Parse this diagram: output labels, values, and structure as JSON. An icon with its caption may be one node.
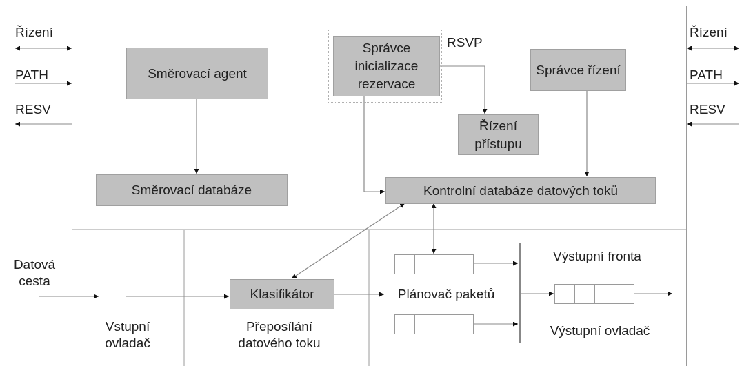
{
  "diagram": {
    "nodes": [
      {
        "text": [],
        "shape": "box"
      },
      {
        "text": [
          "RSVP"
        ],
        "in": 0
      },
      {
        "text": [
          "Směrovací agent"
        ],
        "in": 0
      },
      {
        "text": [
          "Správce inicializace rezervace"
        ],
        "in": 1
      },
      {
        "text": [
          "Správce řízení"
        ],
        "in": 0
      },
      {
        "text": [
          "Řízení přístupu"
        ],
        "in": 0
      },
      {
        "text": [
          "Směrovací databáze"
        ],
        "in": 0
      },
      {
        "text": [
          "Kontrolní databáze datových toků"
        ],
        "in": 0
      },
      {
        "text": [
          "Klasifikátor"
        ],
        "in": 0
      },
      {
        "text": [],
        "shape": "box",
        "in": 0
      },
      {
        "text": [],
        "shape": "box",
        "in": 0
      },
      {
        "text": [],
        "shape": "box",
        "in": 0
      },
      {
        "text": [],
        "shape": "bar",
        "in": 0
      },
      {
        "text": [
          "Plánovač paketů"
        ],
        "in": 0
      },
      {
        "text": [
          "Datová cesta"
        ]
      }
    ],
    "edges": [
      {
        "from": null,
        "to": 0,
        "arrow": "both",
        "label": "Řízení"
      },
      {
        "from": null,
        "to": 0,
        "arrow": "to",
        "label": "PATH"
      },
      {
        "from": 0,
        "to": null,
        "arrow": "to",
        "label": "RESV"
      },
      {
        "from": null,
        "to": 0,
        "arrow": "both",
        "label": "Řízení"
      },
      {
        "from": 0,
        "to": null,
        "arrow": "to",
        "label": "PATH"
      },
      {
        "from": null,
        "to": 0,
        "arrow": "to",
        "label": "RESV"
      },
      {
        "from": 2,
        "to": 6,
        "arrow": "to"
      },
      {
        "from": 3,
        "to": 5,
        "arrow": "to"
      },
      {
        "from": 3,
        "to": 7,
        "arrow": "to"
      },
      {
        "from": 4,
        "to": 7,
        "arrow": "to"
      },
      {
        "from": 8,
        "to": 7,
        "arrow": "both"
      },
      {
        "from": 7,
        "to": 9,
        "arrow": "both"
      },
      {
        "from": 14,
        "to": null,
        "arrow": "to"
      },
      {
        "from": null,
        "to": 8,
        "arrow": "to"
      },
      {
        "from": 8,
        "to": 13,
        "arrow": "to"
      },
      {
        "from": 9,
        "to": 12,
        "arrow": "to"
      },
      {
        "from": 10,
        "to": 12,
        "arrow": "to"
      },
      {
        "from": 12,
        "to": 11,
        "arrow": "to"
      },
      {
        "from": 11,
        "to": null,
        "arrow": "to"
      }
    ],
    "labels": [
      "Vstupní ovladač",
      "Přeposílání datového toku",
      "Výstupní fronta",
      "Výstupní ovladač"
    ]
  }
}
